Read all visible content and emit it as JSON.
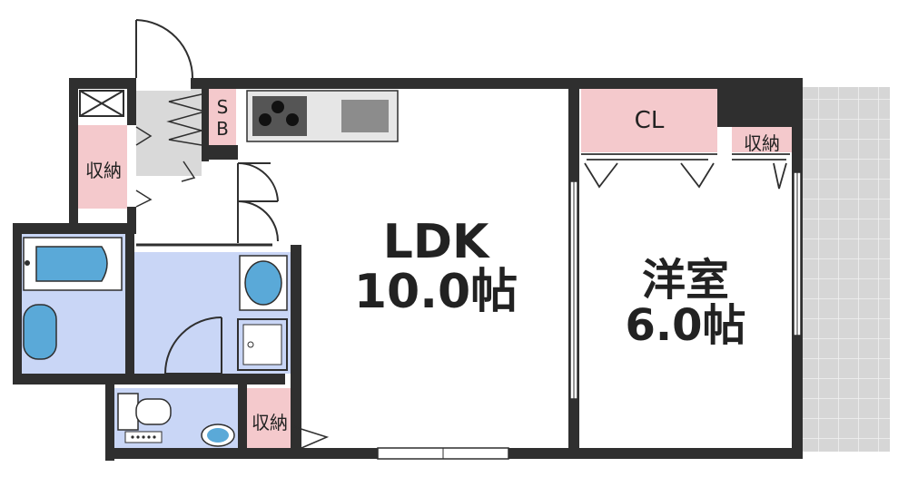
{
  "rooms": {
    "ldk": {
      "name": "LDK",
      "size": "10.0帖"
    },
    "western": {
      "name": "洋室",
      "size": "6.0帖"
    }
  },
  "storage": {
    "cl": "CL",
    "sb_s": "S",
    "sb_b": "B",
    "left": "収納",
    "bedroom": "収納",
    "bottom": "収納"
  },
  "colors": {
    "wall": "#2f2f2f",
    "wet_area": "#c9d6f6",
    "storage": "#f4c9cc",
    "entrance": "#d9d9d9",
    "balcony": "#d4d4d4",
    "fixture": "#5aa9d8"
  }
}
